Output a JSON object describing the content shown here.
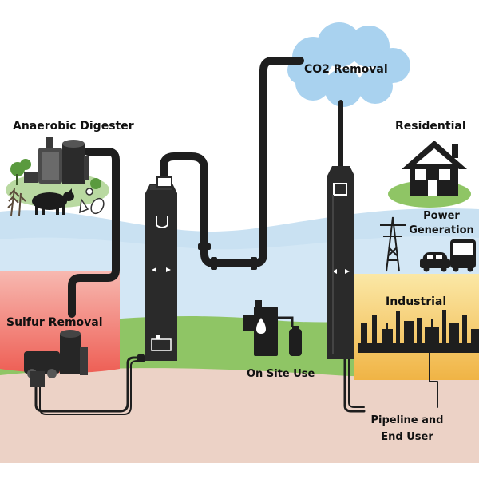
{
  "labels": {
    "anaerobic_digester": "Anaerobic Digester",
    "sulfur_removal": "Sulfur Removal",
    "co2_removal": "CO2 Removal",
    "residential": "Residential",
    "power_generation_line1": "Power",
    "power_generation_line2": "Generation",
    "industrial": "Industrial",
    "on_site_use": "On Site Use",
    "pipeline_line1": "Pipeline and",
    "pipeline_line2": "End User"
  },
  "icons": {
    "digester": "anaerobic-digester-icon",
    "cow": "cow-icon",
    "wheat": "wheat-icon",
    "scrubber": "sulfur-scrubber-icon",
    "house": "house-icon",
    "tower": "power-tower-icon",
    "car": "car-icon",
    "bus": "bus-icon",
    "factory": "refinery-skyline-icon",
    "tank": "on-site-tank-icon"
  },
  "colors": {
    "sky_blue": "#c9e1f2",
    "grass_green": "#8fc565",
    "ground_tan": "#ecd2c6",
    "sulfur_red": "#ee5f55",
    "industrial_yellow": "#f5d36b",
    "cloud": "#a9d2ef",
    "pipe": "#1e1e1e"
  }
}
